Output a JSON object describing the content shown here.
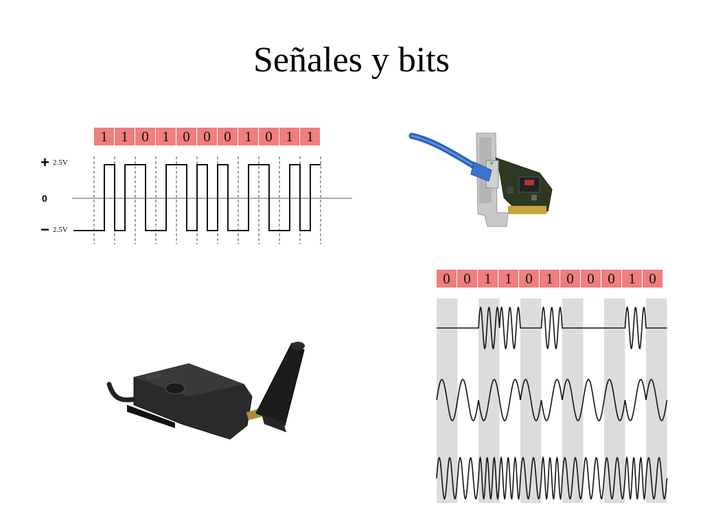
{
  "slide": {
    "title": "Señales y bits"
  },
  "digital_diagram": {
    "bits": [
      "1",
      "1",
      "0",
      "1",
      "0",
      "0",
      "0",
      "1",
      "0",
      "1",
      "1"
    ],
    "labels": {
      "plus": "+",
      "minus": "−",
      "zero": "0",
      "high_voltage": "2.5V",
      "low_voltage": "2.5V"
    }
  },
  "modulation_diagram": {
    "bits": [
      "0",
      "0",
      "1",
      "1",
      "0",
      "1",
      "0",
      "0",
      "0",
      "1",
      "0"
    ],
    "shaded_columns": [
      0,
      2,
      4,
      6,
      8,
      10
    ]
  },
  "photos": {
    "network_card": "network-card-with-ethernet-cable",
    "wireless_adapter": "wireless-usb-adapter-with-antenna"
  },
  "colors": {
    "bit_cell": "#f07e7e",
    "shade": "#dcdcdc"
  }
}
